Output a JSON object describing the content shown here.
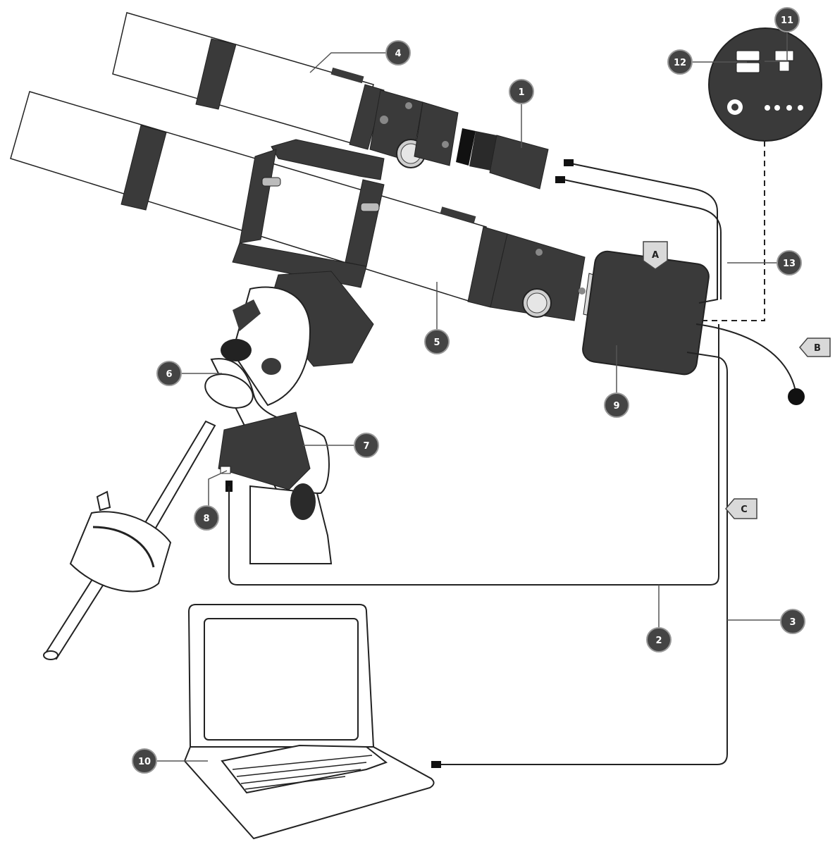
{
  "colors": {
    "dark": "#3a3a3a",
    "mid": "#555555",
    "light": "#ffffff",
    "callout_fill": "#444444",
    "letter_tag_fill": "#d9d9d9",
    "line": "#222222"
  },
  "callouts": [
    {
      "id": "c1",
      "number": "1"
    },
    {
      "id": "c2",
      "number": "2"
    },
    {
      "id": "c3",
      "number": "3"
    },
    {
      "id": "c4",
      "number": "4"
    },
    {
      "id": "c5",
      "number": "5"
    },
    {
      "id": "c6",
      "number": "6"
    },
    {
      "id": "c7",
      "number": "7"
    },
    {
      "id": "c8",
      "number": "8"
    },
    {
      "id": "c9",
      "number": "9"
    },
    {
      "id": "c10",
      "number": "10"
    },
    {
      "id": "c11",
      "number": "11"
    },
    {
      "id": "c12",
      "number": "12"
    },
    {
      "id": "c13",
      "number": "13"
    }
  ],
  "letter_tags": [
    {
      "id": "A",
      "label": "A"
    },
    {
      "id": "B",
      "label": "B"
    },
    {
      "id": "C",
      "label": "C"
    }
  ],
  "icons": [
    "guide-scope-icon",
    "main-scope-icon",
    "guide-camera-icon",
    "main-camera-icon",
    "mount-icon",
    "counterweight-icon",
    "laptop-icon",
    "port-panel-icon"
  ]
}
